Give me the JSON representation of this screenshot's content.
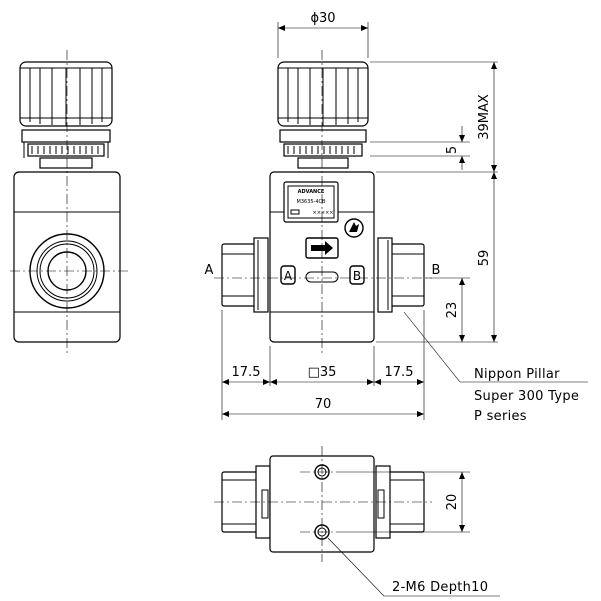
{
  "dimensions": {
    "diameter_top": "ϕ30",
    "height_max": "39MAX",
    "cap_gap": "5",
    "body_height": "59",
    "port_height": "23",
    "left_length": "17.5",
    "body_square": "□35",
    "right_length": "17.5",
    "total_length": "70",
    "bottom_height": "20"
  },
  "labels": {
    "port_a": "A",
    "port_b": "B",
    "port_a_box": "A",
    "port_b_box": "B",
    "nameplate_brand": "ADVANCE",
    "nameplate_model": "M3635-4CB",
    "nameplate_code": "×××××"
  },
  "notes": {
    "fitting_line1": "Nippon Pillar",
    "fitting_line2": "Super 300 Type",
    "fitting_line3": "P series",
    "thread": "2-M6 Depth10"
  }
}
